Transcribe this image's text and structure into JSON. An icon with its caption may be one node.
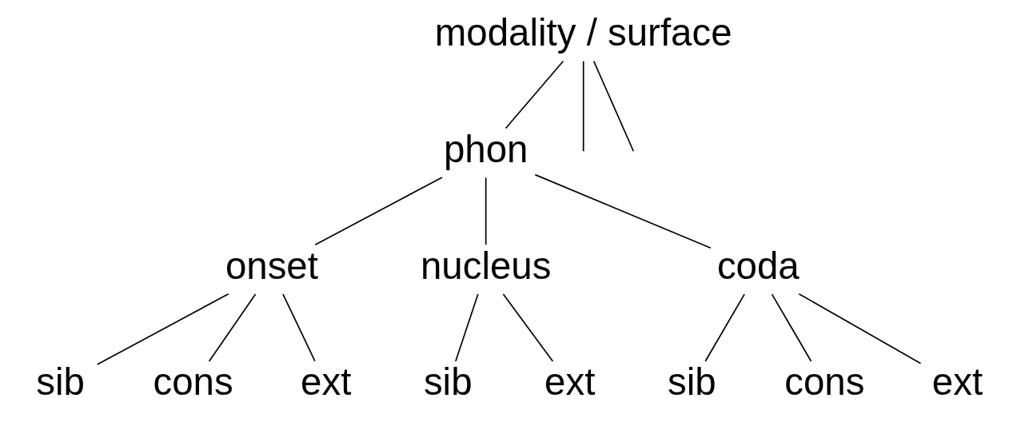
{
  "diagram": {
    "nodes": [
      {
        "text": [
          "modality / surface"
        ]
      },
      {
        "text": [
          "phon"
        ]
      },
      {
        "text": [
          "onset"
        ]
      },
      {
        "text": [
          "nucleus"
        ]
      },
      {
        "text": [
          "coda"
        ]
      },
      {
        "text": [
          "sib"
        ]
      },
      {
        "text": [
          "cons"
        ]
      },
      {
        "text": [
          "ext"
        ]
      },
      {
        "text": [
          "sib"
        ]
      },
      {
        "text": [
          "ext"
        ]
      },
      {
        "text": [
          "sib"
        ]
      },
      {
        "text": [
          "cons"
        ]
      },
      {
        "text": [
          "ext"
        ]
      }
    ],
    "edges": [
      {
        "from": 0,
        "to": 1,
        "arrow": "none"
      },
      {
        "from": 0,
        "to": null,
        "arrow": "none"
      },
      {
        "from": 0,
        "to": null,
        "arrow": "none"
      },
      {
        "from": 1,
        "to": 2,
        "arrow": "none"
      },
      {
        "from": 1,
        "to": 3,
        "arrow": "none"
      },
      {
        "from": 1,
        "to": 4,
        "arrow": "none"
      },
      {
        "from": 2,
        "to": 5,
        "arrow": "none"
      },
      {
        "from": 2,
        "to": 6,
        "arrow": "none"
      },
      {
        "from": 2,
        "to": 7,
        "arrow": "none"
      },
      {
        "from": 3,
        "to": 8,
        "arrow": "none"
      },
      {
        "from": 3,
        "to": 9,
        "arrow": "none"
      },
      {
        "from": 4,
        "to": 10,
        "arrow": "none"
      },
      {
        "from": 4,
        "to": 11,
        "arrow": "none"
      },
      {
        "from": 4,
        "to": 12,
        "arrow": "none"
      }
    ]
  }
}
